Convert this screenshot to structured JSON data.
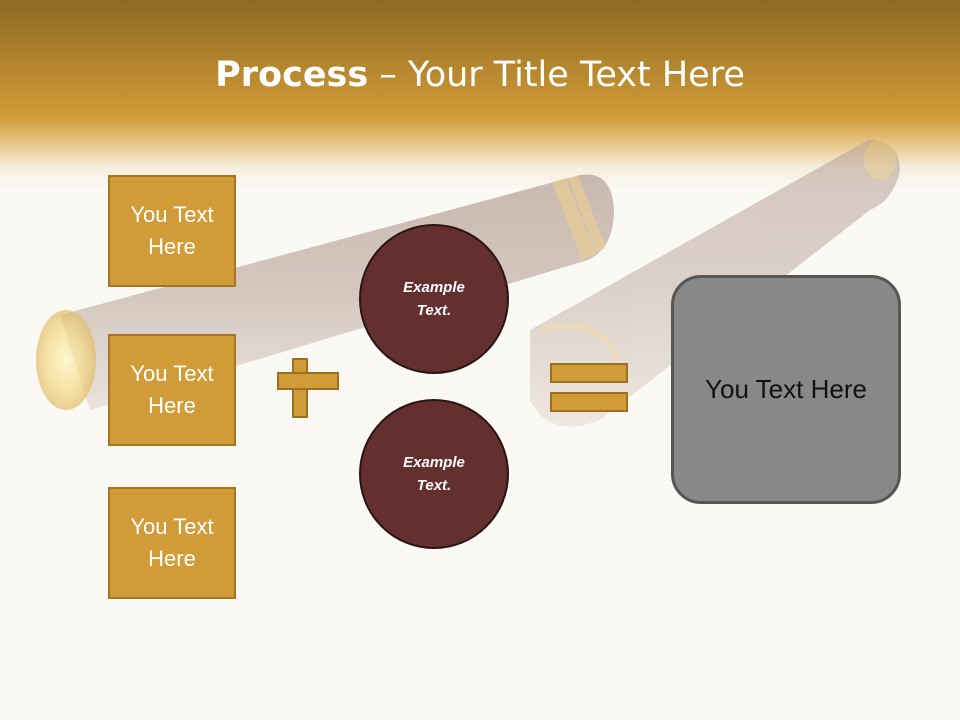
{
  "slide": {
    "title_bold": "Process",
    "title_rest": " – Your Title Text Here"
  },
  "inputs": [
    {
      "text": "You Text Here"
    },
    {
      "text": "You Text Here"
    },
    {
      "text": "You Text Here"
    }
  ],
  "examples": [
    {
      "text": "Example Text."
    },
    {
      "text": "Example Text."
    }
  ],
  "result": {
    "text": "You Text Here"
  },
  "colors": {
    "header_brown": "#8c6a24",
    "box_gold": "#d19c37",
    "circle_maroon": "#642f2f",
    "result_gray": "#888888",
    "background": "#fbf9f4"
  }
}
